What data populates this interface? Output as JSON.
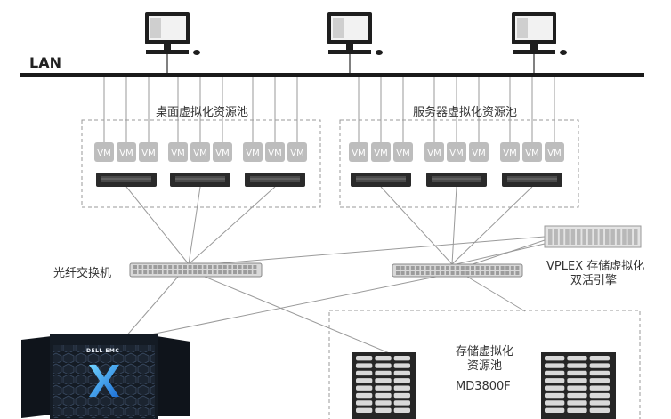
{
  "network": {
    "lan_label": "LAN"
  },
  "pools": {
    "desktop": {
      "title": "桌面虚拟化资源池"
    },
    "server": {
      "title": "服务器虚拟化资源池"
    },
    "vm_label": "VM"
  },
  "switch": {
    "label": "光纤交换机"
  },
  "vplex": {
    "line1": "VPLEX 存储虚拟化",
    "line2": "双活引擎"
  },
  "storage_pool": {
    "line1": "存储虚拟化",
    "line2": "资源池",
    "model": "MD3800F"
  },
  "dell_array": {
    "logo_text": "DELL EMC"
  },
  "colors": {
    "lan_bar": "#1a1a1a",
    "vm_box": "#bdbdbd",
    "server": "#2a2a2a",
    "line": "#9a9a9a",
    "dash": "#999999"
  }
}
